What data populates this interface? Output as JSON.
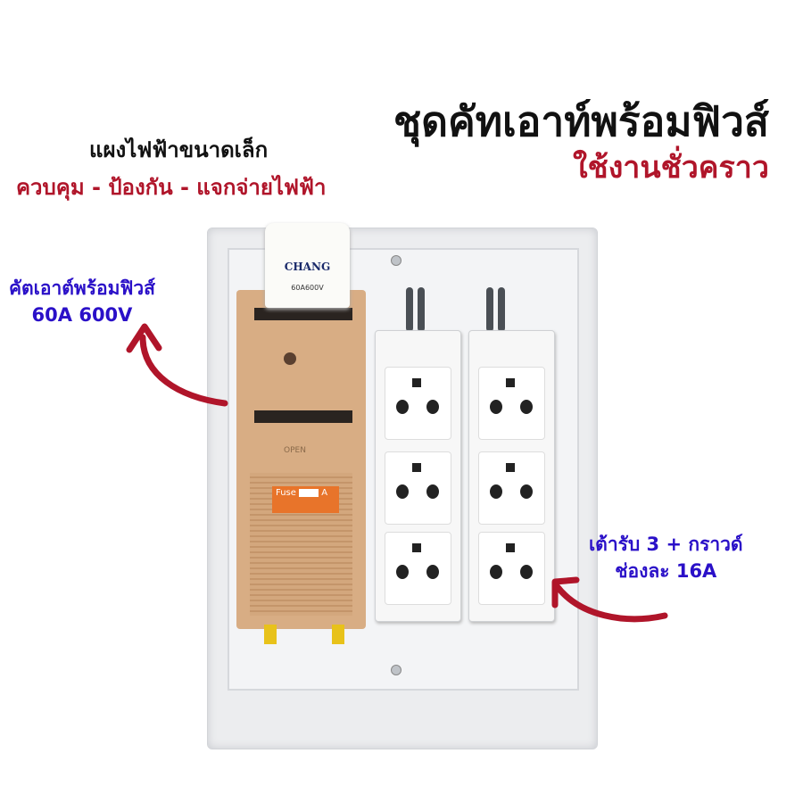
{
  "headline": {
    "title": "ชุดคัทเอาท์พร้อมฟิวส์",
    "subtitle": "ใช้งานชั่วคราว"
  },
  "intro": {
    "title": "แผงไฟฟ้าขนาดเล็ก",
    "tagline": "ควบคุม - ป้องกัน - แจกจ่ายไฟฟ้า"
  },
  "callouts": {
    "cutout": {
      "line1": "คัตเอาต์พร้อมฟิวส์",
      "line2": "60A 600V"
    },
    "outlet": {
      "line1": "เต้ารับ 3 + กราวด์",
      "line2": "ช่องละ 16A"
    }
  },
  "product_labels": {
    "brand": "CHANG",
    "cap_rating": "60A600V",
    "open": "OPEN",
    "fuse": "Fuse",
    "fuse_unit": "A"
  },
  "colors": {
    "accent_red": "#b0152a",
    "accent_blue": "#2a10c8",
    "breaker": "#d8ad84"
  }
}
